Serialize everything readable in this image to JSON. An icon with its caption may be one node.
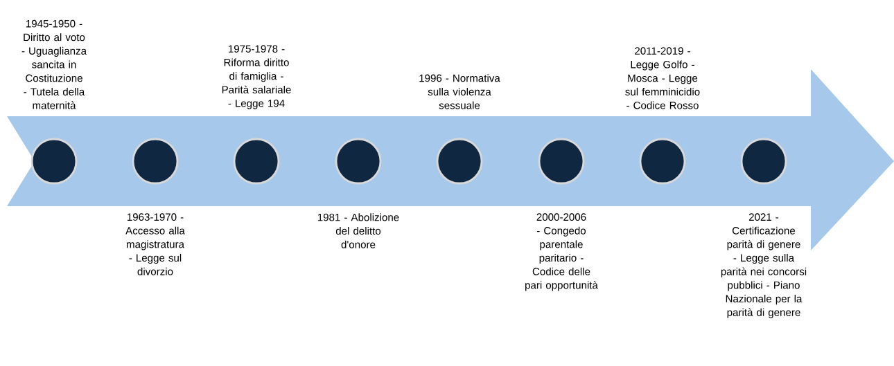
{
  "diagram": {
    "nodes": [
      {
        "text": [],
        "shape": "circle",
        "beside": [
          "1945-1950 - Diritto al voto - Uguaglianza sancita in Costituzione - Tutela della maternità"
        ]
      },
      {
        "text": [],
        "shape": "circle",
        "beside": [
          "1963-1970 - Accesso alla magistratura - Legge sul divorzio"
        ]
      },
      {
        "text": [],
        "shape": "circle",
        "beside": [
          "1975-1978 - Riforma diritto di famiglia - Parità salariale - Legge 194"
        ]
      },
      {
        "text": [],
        "shape": "circle",
        "beside": [
          "1981 - Abolizione del delitto d'onore"
        ]
      },
      {
        "text": [],
        "shape": "circle",
        "beside": [
          "1996 - Normativa sulla violenza sessuale"
        ]
      },
      {
        "text": [],
        "shape": "circle",
        "beside": [
          "2000-2006 - Congedo parentale paritario - Codice delle pari opportunità"
        ]
      },
      {
        "text": [],
        "shape": "circle",
        "beside": [
          "2011-2019 - Legge Golfo - Mosca - Legge sul femminicidio - Codice Rosso"
        ]
      },
      {
        "text": [],
        "shape": "circle",
        "beside": [
          "2021 - Certificazione parità di genere - Legge sulla parità nei concorsi pubblici - Piano Nazionale per la parità di genere"
        ]
      }
    ]
  }
}
